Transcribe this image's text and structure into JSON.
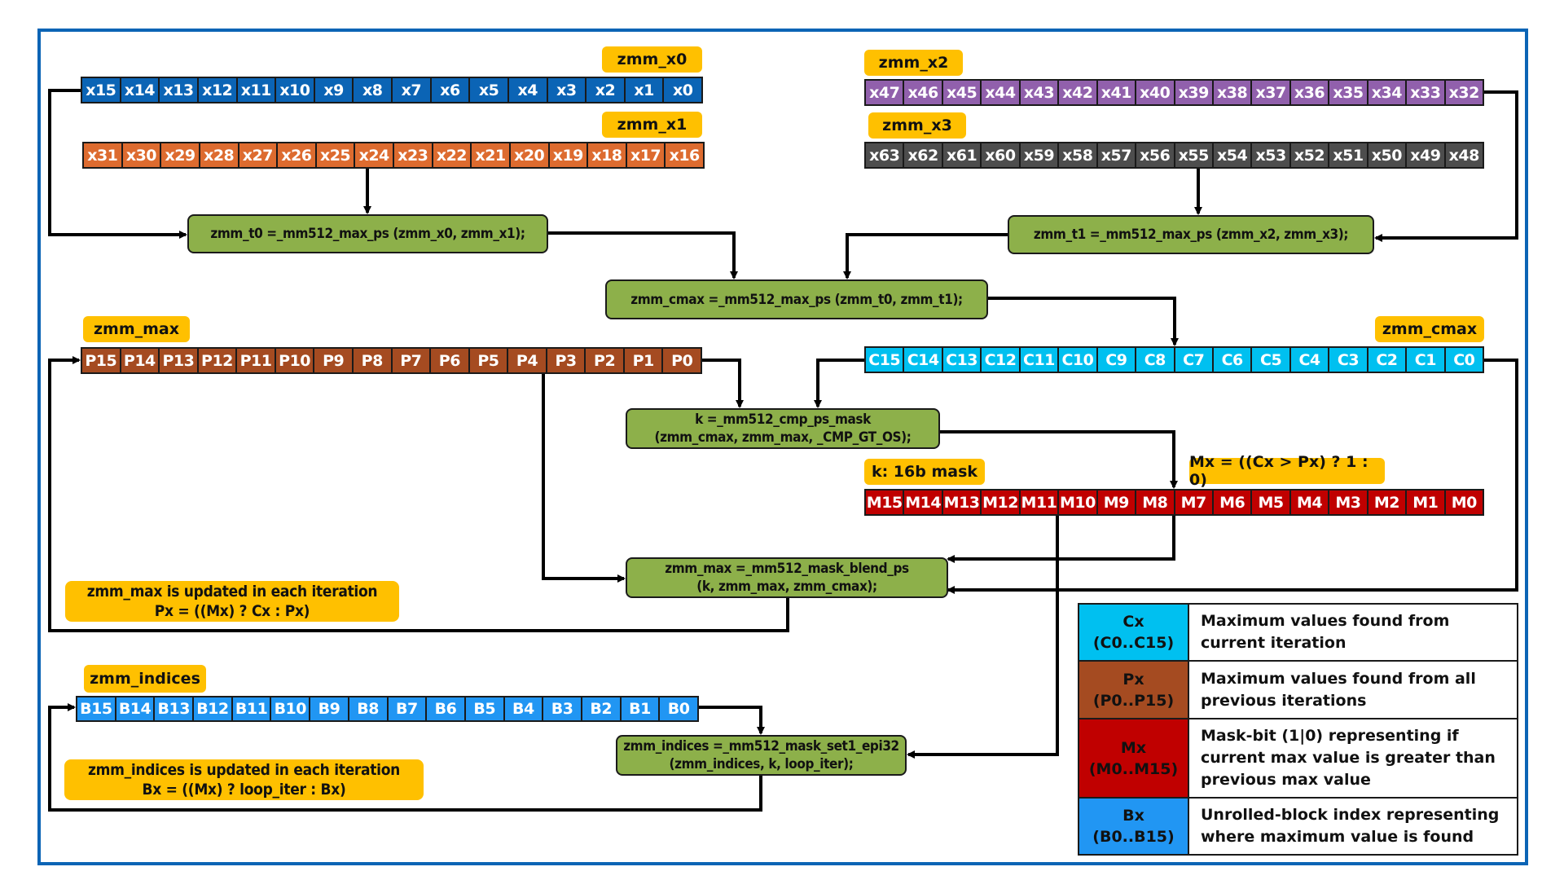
{
  "colors": {
    "frame": "#0b64b5",
    "reg_x0": "#0b64b5",
    "reg_x1": "#dd6b2f",
    "reg_x2": "#9160ac",
    "reg_x3": "#4d4d4d",
    "reg_max": "#a54b21",
    "reg_cmax": "#00c0f0",
    "reg_mask": "#c00000",
    "reg_indices": "#2196f3",
    "tag": "#ffc000",
    "op": "#8db04a"
  },
  "registers": {
    "x0": {
      "label": "zmm_x0",
      "cells": [
        "x15",
        "x14",
        "x13",
        "x12",
        "x11",
        "x10",
        "x9",
        "x8",
        "x7",
        "x6",
        "x5",
        "x4",
        "x3",
        "x2",
        "x1",
        "x0"
      ]
    },
    "x1": {
      "label": "zmm_x1",
      "cells": [
        "x31",
        "x30",
        "x29",
        "x28",
        "x27",
        "x26",
        "x25",
        "x24",
        "x23",
        "x22",
        "x21",
        "x20",
        "x19",
        "x18",
        "x17",
        "x16"
      ]
    },
    "x2": {
      "label": "zmm_x2",
      "cells": [
        "x47",
        "x46",
        "x45",
        "x44",
        "x43",
        "x42",
        "x41",
        "x40",
        "x39",
        "x38",
        "x37",
        "x36",
        "x35",
        "x34",
        "x33",
        "x32"
      ]
    },
    "x3": {
      "label": "zmm_x3",
      "cells": [
        "x63",
        "x62",
        "x61",
        "x60",
        "x59",
        "x58",
        "x57",
        "x56",
        "x55",
        "x54",
        "x53",
        "x52",
        "x51",
        "x50",
        "x49",
        "x48"
      ]
    },
    "max": {
      "label": "zmm_max",
      "cells": [
        "P15",
        "P14",
        "P13",
        "P12",
        "P11",
        "P10",
        "P9",
        "P8",
        "P7",
        "P6",
        "P5",
        "P4",
        "P3",
        "P2",
        "P1",
        "P0"
      ]
    },
    "cmax": {
      "label": "zmm_cmax",
      "cells": [
        "C15",
        "C14",
        "C13",
        "C12",
        "C11",
        "C10",
        "C9",
        "C8",
        "C7",
        "C6",
        "C5",
        "C4",
        "C3",
        "C2",
        "C1",
        "C0"
      ]
    },
    "mask": {
      "label": "k: 16b mask",
      "formula": "Mx = ((Cx > Px) ? 1 : 0)",
      "cells": [
        "M15",
        "M14",
        "M13",
        "M12",
        "M11",
        "M10",
        "M9",
        "M8",
        "M7",
        "M6",
        "M5",
        "M4",
        "M3",
        "M2",
        "M1",
        "M0"
      ]
    },
    "indices": {
      "label": "zmm_indices",
      "cells": [
        "B15",
        "B14",
        "B13",
        "B12",
        "B11",
        "B10",
        "B9",
        "B8",
        "B7",
        "B6",
        "B5",
        "B4",
        "B3",
        "B2",
        "B1",
        "B0"
      ]
    }
  },
  "ops": {
    "t0": [
      "zmm_t0 =_mm512_max_ps (zmm_x0, zmm_x1);"
    ],
    "t1": [
      "zmm_t1 =_mm512_max_ps (zmm_x2, zmm_x3);"
    ],
    "cmax": [
      "zmm_cmax =_mm512_max_ps (zmm_t0, zmm_t1);"
    ],
    "cmp": [
      "k =_mm512_cmp_ps_mask",
      "(zmm_cmax, zmm_max, _CMP_GT_OS);"
    ],
    "blend": [
      "zmm_max =_mm512_mask_blend_ps",
      "(k, zmm_max, zmm_cmax);"
    ],
    "set1": [
      "zmm_indices =_mm512_mask_set1_epi32",
      "(zmm_indices, k, loop_iter);"
    ]
  },
  "notes": {
    "max_update": [
      "zmm_max is updated in each iteration",
      "Px = ((Mx) ? Cx : Px)"
    ],
    "indices_update": [
      "zmm_indices is updated in each iteration",
      "Bx = ((Mx) ? loop_iter : Bx)"
    ]
  },
  "legend": [
    {
      "key": "Cx",
      "range": "(C0..C15)",
      "color": "#00c0f0",
      "desc": "Maximum values found from current iteration"
    },
    {
      "key": "Px",
      "range": "(P0..P15)",
      "color": "#a54b21",
      "desc": "Maximum values found from all previous iterations"
    },
    {
      "key": "Mx",
      "range": "(M0..M15)",
      "color": "#c00000",
      "desc": "Mask-bit (1|0) representing if current max value is greater than previous max value"
    },
    {
      "key": "Bx",
      "range": "(B0..B15)",
      "color": "#2196f3",
      "desc": "Unrolled-block index representing where maximum value is found"
    }
  ]
}
